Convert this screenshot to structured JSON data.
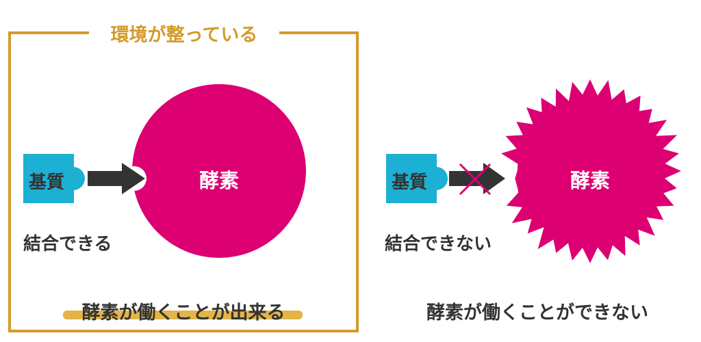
{
  "colors": {
    "frame": "#D49A2A",
    "enzyme": "#DC0073",
    "substrate": "#1CB0D4",
    "arrow": "#333333",
    "cross": "#DC0073",
    "text": "#333333",
    "highlight": "#E3B448",
    "on_dark_text": "#FFFFFF"
  },
  "left_panel": {
    "frame_title": "環境が整っている",
    "substrate_label": "基質",
    "enzyme_label": "酵素",
    "binding_text": "結合できる",
    "result_text": "酵素が働くことが出来る"
  },
  "right_panel": {
    "substrate_label": "基質",
    "enzyme_label": "酵素",
    "binding_text": "結合できない",
    "result_text": "酵素が働くことができない"
  }
}
